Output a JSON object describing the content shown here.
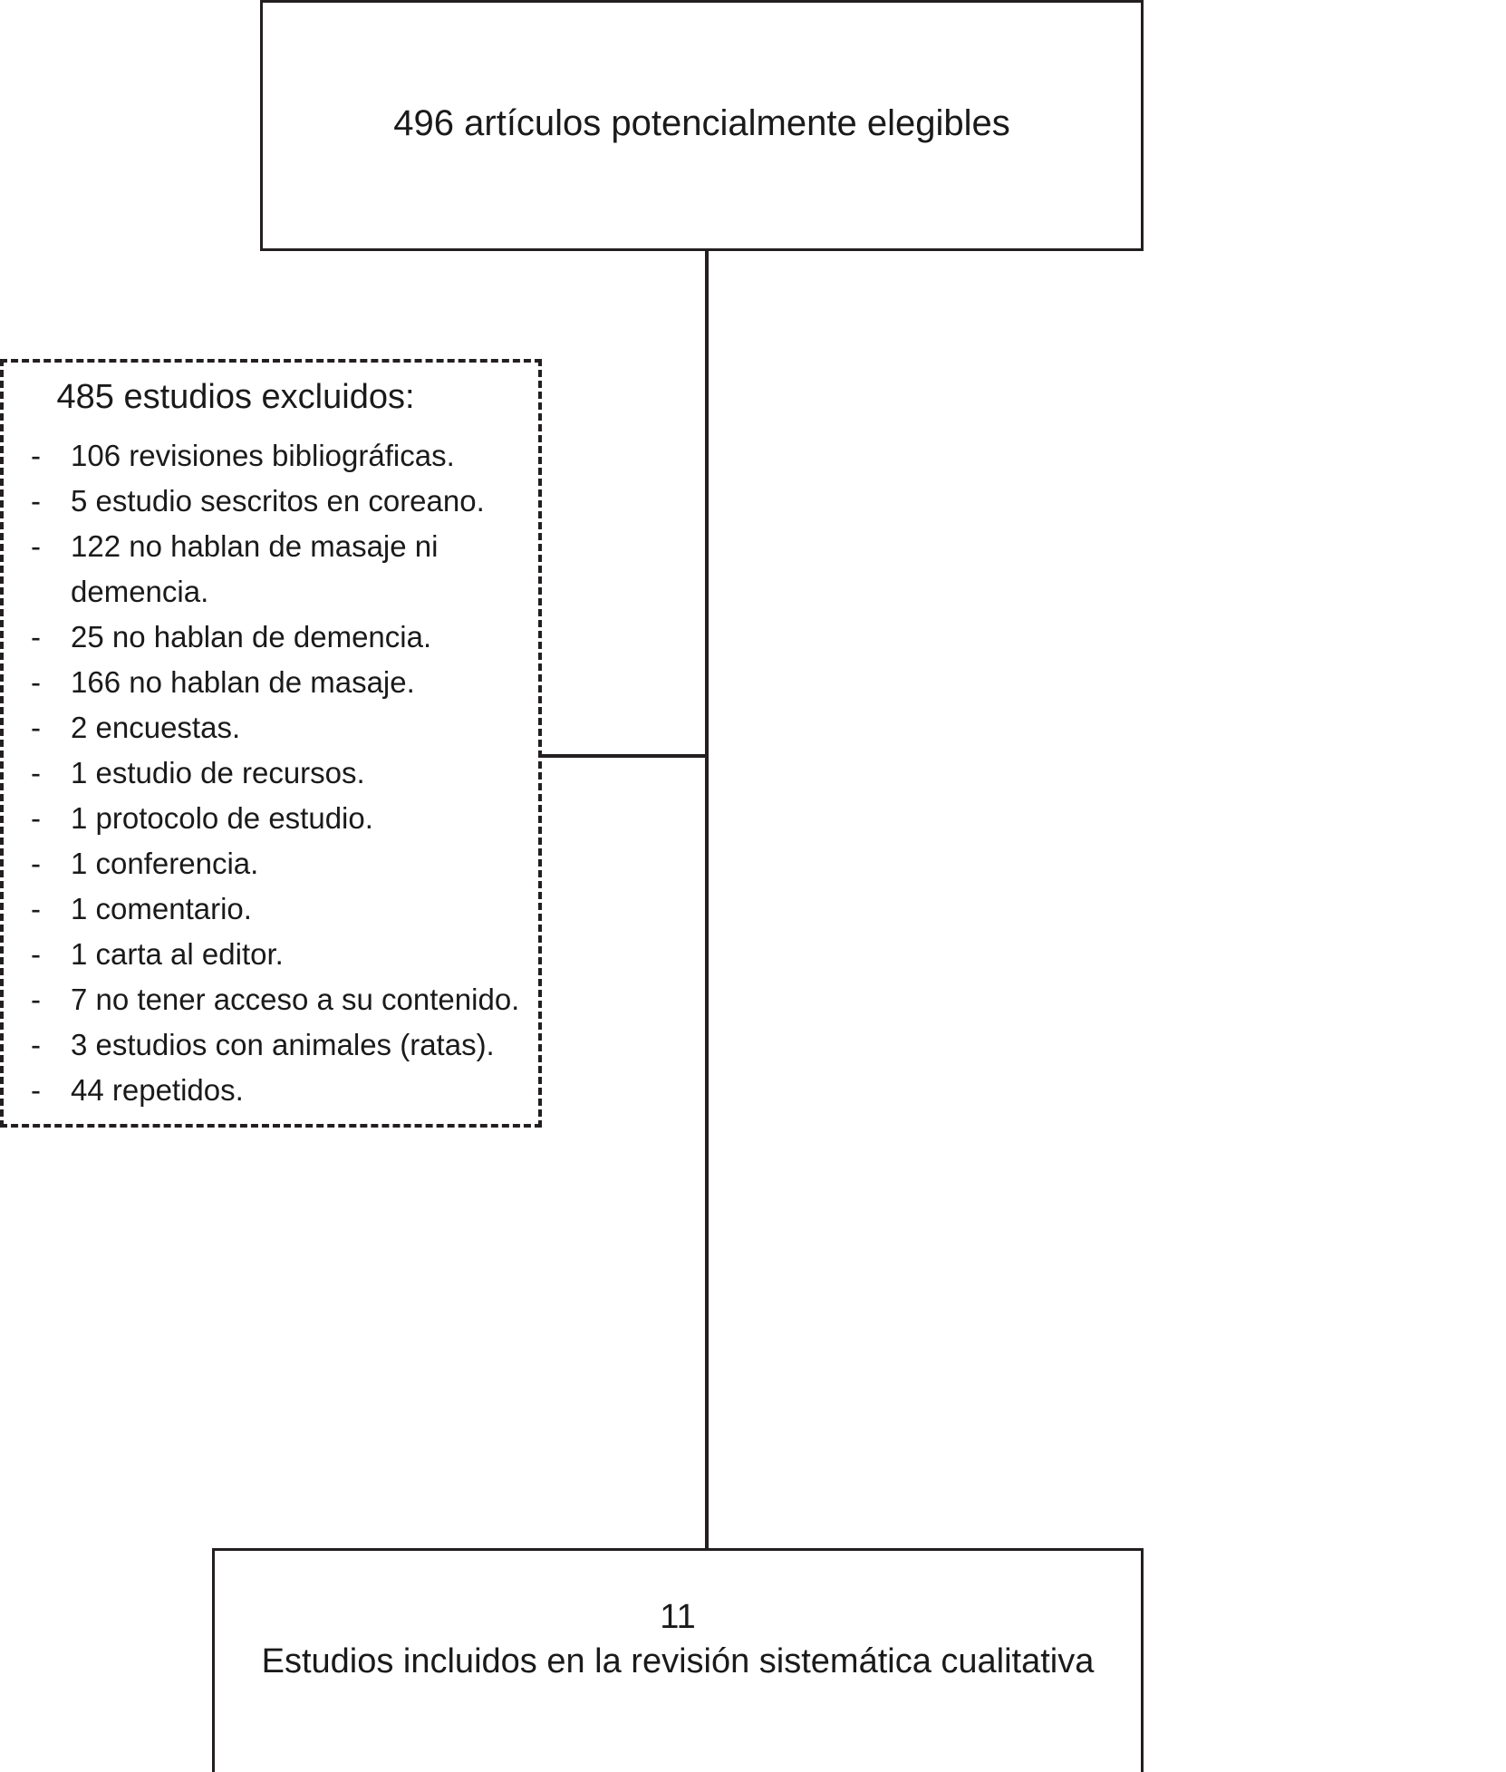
{
  "diagram": {
    "type": "prisma-flow-diagram",
    "language": "es",
    "colors": {
      "stroke": "#231f20",
      "text": "#1a1a1a",
      "background": "#ffffff"
    }
  },
  "top_box": {
    "label": "496 artículos potencialmente elegibles",
    "count": 496
  },
  "excluded_box": {
    "heading": "485 estudios excluidos:",
    "count": 485,
    "bullet_marker": "-",
    "items": [
      {
        "marker": "-",
        "text": "106 revisiones bibliográficas."
      },
      {
        "marker": "-",
        "text": "5 estudio sescritos en coreano."
      },
      {
        "marker": "-",
        "text": "122 no hablan de masaje ni demencia."
      },
      {
        "marker": "-",
        "text": "25 no hablan de demencia."
      },
      {
        "marker": "-",
        "text": "166 no hablan de masaje."
      },
      {
        "marker": "-",
        "text": "2 encuestas."
      },
      {
        "marker": "-",
        "text": "1 estudio de recursos."
      },
      {
        "marker": "-",
        "text": "1 protocolo de estudio."
      },
      {
        "marker": "-",
        "text": "1 conferencia."
      },
      {
        "marker": "-",
        "text": "1 comentario."
      },
      {
        "marker": "-",
        "text": "1 carta al editor."
      },
      {
        "marker": "-",
        "text": "7 no tener acceso a su contenido."
      },
      {
        "marker": "-",
        "text": "3 estudios con animales (ratas)."
      },
      {
        "marker": "-",
        "text": "44 repetidos."
      }
    ]
  },
  "bottom_box": {
    "count": "11",
    "caption": "Estudios incluidos en la revisión sistemática cualitativa"
  }
}
